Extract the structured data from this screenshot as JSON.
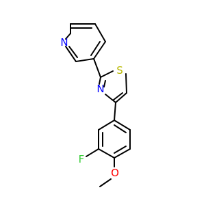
{
  "molecule": {
    "atoms": {
      "pyridine_n": {
        "label": "N",
        "color": "#0000ff"
      },
      "thiazole_s": {
        "label": "S",
        "color": "#b8b800"
      },
      "thiazole_n": {
        "label": "N",
        "color": "#0000ff"
      },
      "fluorine": {
        "label": "F",
        "color": "#33cc33"
      },
      "oxygen": {
        "label": "O",
        "color": "#ff0000"
      }
    },
    "bond_color": "#000000"
  }
}
